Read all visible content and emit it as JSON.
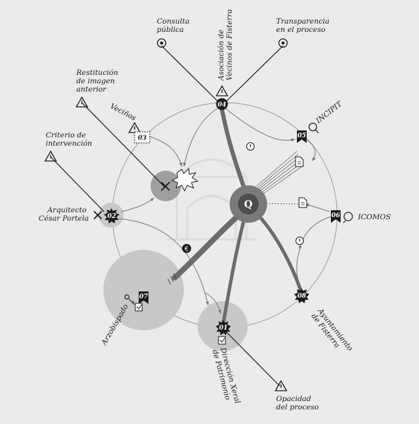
{
  "labels": {
    "consulta": [
      "Consulta",
      "pública"
    ],
    "transparencia": [
      "Transparencia",
      "en el proceso"
    ],
    "asociacion": [
      "Asociación de",
      "Vecinos de Fisterra"
    ],
    "restitucion": [
      "Restitución",
      "de imagen",
      "anterior"
    ],
    "vecinos": "Veciños",
    "incipit": "INCIPIT",
    "criterio": [
      "Criterio de",
      "intervención"
    ],
    "arquitecto": [
      "Arquitecto",
      "César Portela"
    ],
    "icomos": "ICOMOS",
    "arzobispado": "Arzobispado",
    "ayuntamiento": [
      "Ayuntamiento",
      "de Fisterra"
    ],
    "direccion": [
      "Dirección Xeral",
      "de Patrimonio"
    ],
    "opacidad": [
      "Opacidad",
      "del proceso"
    ]
  },
  "nodes": {
    "n01": "01",
    "n02": "02",
    "n03": "03",
    "n04": "04",
    "n05": "05",
    "n06": "06",
    "n07": "07",
    "n08": "08"
  },
  "colors": {
    "background": "#ebebeb",
    "ink": "#1a1a1a",
    "ring": "#9a9a9a",
    "thick_link": "#6b6b6b",
    "hub_fill": "#7a7a7a",
    "halo": "#c8c8c8"
  }
}
